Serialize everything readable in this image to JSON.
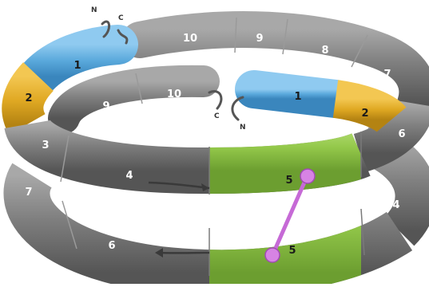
{
  "colors": {
    "segment_gray": "#7d7d7d",
    "segment_gray_dark": "#5e5e5e",
    "segment_blue": "#5aa9dc",
    "segment_gold": "#e0a923",
    "segment_green": "#96c84a",
    "linker_pink": "#d47ee0",
    "label_light": "#ffffff",
    "label_dark": "#1a1a1a"
  },
  "top_ring": {
    "segment_labels": [
      "1",
      "2",
      "3",
      "4",
      "5",
      "6",
      "7",
      "8",
      "9",
      "10"
    ],
    "back_strand_labels": [
      "10",
      "9",
      "8",
      "7"
    ],
    "inner_strand_labels": [
      "9",
      "10"
    ],
    "front_end_labels": [
      "1",
      "2"
    ],
    "left_end_labels": [
      "1",
      "2",
      "3"
    ],
    "right_label": "6",
    "middle_labels": [
      "4",
      "5"
    ]
  },
  "bottom_ring": {
    "labels": [
      "7",
      "6",
      "5",
      "4"
    ]
  },
  "termini": {
    "top_left_n": "N",
    "top_left_c": "C",
    "inner_c": "C",
    "inner_n": "N"
  },
  "arrows": {
    "top_direction": "right",
    "bottom_direction": "left"
  }
}
